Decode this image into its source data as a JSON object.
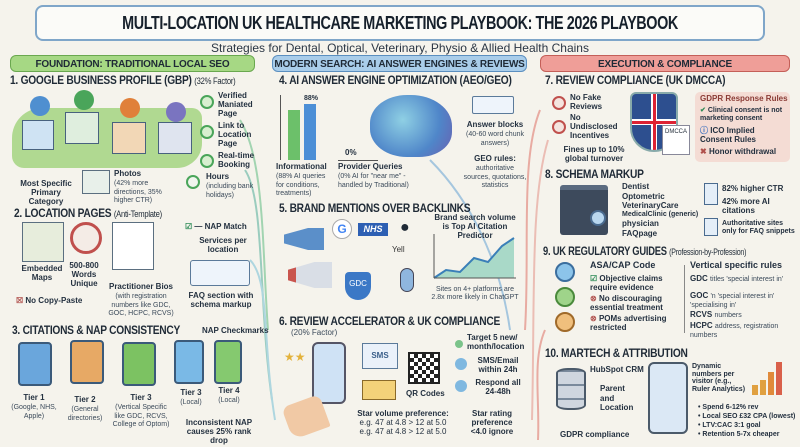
{
  "header": {
    "title": "MULTI-LOCATION UK HEALTHCARE MARKETING PLAYBOOK: THE 2026 PLAYBOOK",
    "subtitle": "Strategies for Dental, Optical, Veterinary, Physio & Allied Health Chains"
  },
  "columns": [
    {
      "label": "FOUNDATION: TRADITIONAL LOCAL SEO",
      "color": "#8fd06a"
    },
    {
      "label": "MODERN SEARCH: AI ANSWER ENGINES & REVIEWS",
      "color": "#8cc0e6"
    },
    {
      "label": "EXECUTION & COMPLIANCE",
      "color": "#ec8c86"
    }
  ],
  "s1": {
    "title": "1. GOOGLE BUSINESS PROFILE (GBP)",
    "note": "(32% Factor)",
    "items": [
      "Verified Maniated Page",
      "Link to Location Page",
      "Real-time Booking"
    ],
    "hours": "Hours",
    "hours_note": "(including bank holidays)",
    "category": "Most Specific Primary Category",
    "photos": "Photos",
    "photos_note": "(42% more directions, 35% higher CTR)"
  },
  "s2": {
    "title": "2. LOCATION PAGES",
    "note": "(Anti-Template)",
    "maps": "Embedded Maps",
    "words": "500-800 Words Unique",
    "bios": "Practitioner Bios",
    "bios_note": "(with registration numbers like GDC, GOC, HCPC, RCVS)",
    "no_copy": "No Copy-Paste",
    "nap": "NAP Match",
    "services": "Services per location",
    "faq": "FAQ section with schema markup"
  },
  "s3": {
    "title": "3. CITATIONS & NAP CONSISTENCY",
    "checkmarks": "NAP Checkmarks",
    "tiers": [
      {
        "label": "Tier 1",
        "note": "(Google, NHS, Apple)",
        "color": "#5b9bd5"
      },
      {
        "label": "Tier 2",
        "note": "(General directories)",
        "color": "#e0a35c"
      },
      {
        "label": "Tier 3",
        "note": "(Vertical Specific like GDC, RCVS, College of Optom)",
        "color": "#72b85a"
      },
      {
        "label": "Tier 3",
        "note": "(Local)",
        "color": "#6fb0e0"
      },
      {
        "label": "Tier 4",
        "note": "(Local)",
        "color": "#7cc36a"
      }
    ],
    "warning": "Inconsistent NAP causes 25% rank drop"
  },
  "s4": {
    "title": "4. AI ANSWER ENGINE OPTIMIZATION (AEO/GEO)",
    "bar_value": "88%",
    "zero_value": "0%",
    "informational": "Informational",
    "informational_note": "(88% AI queries for conditions, treatments)",
    "provider": "Provider Queries",
    "provider_note": "(0% AI for \"near me\" - handled by Traditional)",
    "answer": "Answer blocks",
    "answer_note": "(40-60 word chunk answers)",
    "geo": "GEO rules:",
    "geo_note": "authoritative sources, quotations, statistics"
  },
  "s5": {
    "title": "5. BRAND MENTIONS OVER BACKLINKS",
    "logos": [
      "G",
      "NHS",
      "Yell",
      "GDC"
    ],
    "predictor": "Brand search volume is Top AI Citation Predictor",
    "sites": "Sites on 4+ platforms are 2.8x more likely in ChatGPT"
  },
  "s6": {
    "title": "6. REVIEW ACCELERATOR & UK COMPLIANCE",
    "note": "(20% Factor)",
    "sms": "SMS",
    "qr": "QR Codes",
    "actions": [
      "Target 5 new/ month/location",
      "SMS/Email within 24h",
      "Respond all 24-48h"
    ],
    "volume_title": "Star volume preference:",
    "volume_lines": [
      "e.g. 47 at 4.8  >  12 at 5.0",
      "e.g. 47 at 4.8  >  12 at 5.0"
    ],
    "rating": "Star rating preference <4.0 ignore"
  },
  "s7": {
    "title": "7. REVIEW COMPLIANCE (UK DMCCA)",
    "items": [
      "No Fake Reviews",
      "No Undisclosed Incentives"
    ],
    "fines": "Fines up to 10% global turnover",
    "badge": "DMCCA",
    "gdpr_title": "GDPR Response Rules",
    "gdpr": [
      "Clinical consent is not marketing consent",
      "ICO Implied Consent Rules",
      "Honor withdrawal"
    ]
  },
  "s8": {
    "title": "8. SCHEMA MARKUP",
    "types": [
      "Dentist",
      "Optometric",
      "VeterinaryCare",
      "MedicalClinic (generic)",
      "physician",
      "FAQpage"
    ],
    "stats": [
      "82% higher CTR",
      "42% more AI citations"
    ],
    "faq_note": "Authoritative sites only for FAQ snippets"
  },
  "s9": {
    "title": "9. UK REGULATORY GUIDES",
    "note": "(Profession-by-Profession)",
    "asa": "ASA/CAP Code",
    "asa_items": [
      "Objective claims require evidence",
      "No discouraging essential treatment",
      "POMs advertising restricted"
    ],
    "vertical": "Vertical specific rules",
    "rules": [
      {
        "code": "GDC",
        "text": "titles 'special interest in'"
      },
      {
        "code": "GOC",
        "text": "'n 'special interest in' 'specialising in'"
      },
      {
        "code": "RCVS",
        "text": "numbers"
      },
      {
        "code": "HCPC",
        "text": "address, registration numbers"
      }
    ]
  },
  "s10": {
    "title": "10. MARTECH & ATTRIBUTION",
    "crm": "HubSpot CRM",
    "parent": "Parent",
    "and": "and",
    "location": "Location",
    "gdpr": "GDPR compliance",
    "dynamic": "Dynamic numbers per visitor (e.g., Ruler Analytics)",
    "bullets": [
      "Spend 6-12% rev",
      "Local SEO £32 CPA (lowest)",
      "LTV:CAC 3:1 goal",
      "Retention 5-7x cheaper"
    ]
  }
}
